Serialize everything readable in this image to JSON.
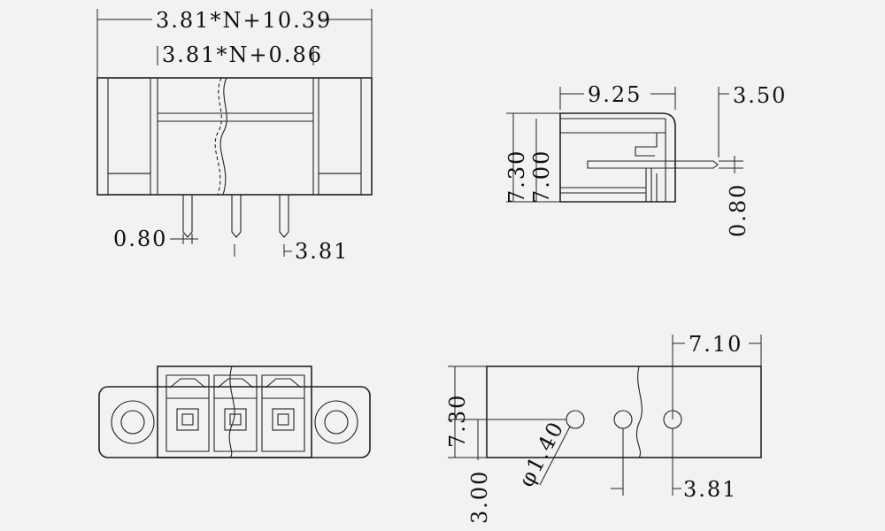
{
  "dimensions": {
    "front_total_width": "3.81*N+10.39",
    "front_inner_width": "3.81*N+0.86",
    "pin_width": "0.80",
    "pin_pitch": "3.81",
    "side_depth": "9.25",
    "side_pin_offset": "3.50",
    "side_height_outer": "7.30",
    "side_height_inner": "7.00",
    "side_pin_thickness": "0.80",
    "bottom_edge_offset": "7.10",
    "bottom_height": "7.30",
    "bottom_hole_offset": "3.00",
    "hole_diameter": "φ1.40",
    "bottom_pitch": "3.81"
  }
}
